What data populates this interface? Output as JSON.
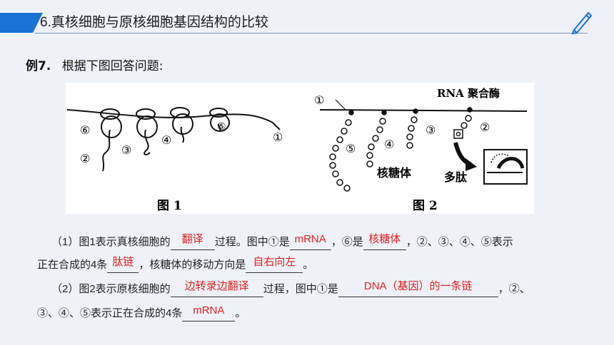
{
  "header": {
    "title": "6.真核细胞与原核细胞基因结构的比较"
  },
  "example": {
    "label": "例7.",
    "question": "根据下图回答问题:"
  },
  "figure": {
    "fig1_caption": "图 1",
    "fig2_caption": "图 2",
    "fig1_labels": [
      "⑥",
      "②",
      "③",
      "④",
      "⑤",
      "①"
    ],
    "fig2_labels": {
      "one": "①",
      "rna_pol": "RNA 聚合酶",
      "two": "②",
      "three": "③",
      "four": "④",
      "five": "⑤",
      "ribosome": "核糖体",
      "peptide": "多肽"
    }
  },
  "q1": {
    "p1": "（1）图1表示真核细胞的",
    "a1": "翻译",
    "p2": "过程。图中①是",
    "a2": "mRNA",
    "p3": "，⑥是",
    "a3": "核糖体",
    "p4": "，②、③、④、⑤表示",
    "p5": "正在合成的4条",
    "a4": "肽链",
    "p6": "，核糖体的移动方向是",
    "a5": "自右向左",
    "p7": "。"
  },
  "q2": {
    "p1": "（2）图2表示原核细胞的",
    "a1": "边转录边翻译",
    "p2": "过程，图中①是",
    "a2": "DNA（基因）的一条链",
    "p3": "，②、",
    "p4": "③、④、⑤表示正在合成的4条",
    "a3": "mRNA",
    "p5": "。"
  }
}
